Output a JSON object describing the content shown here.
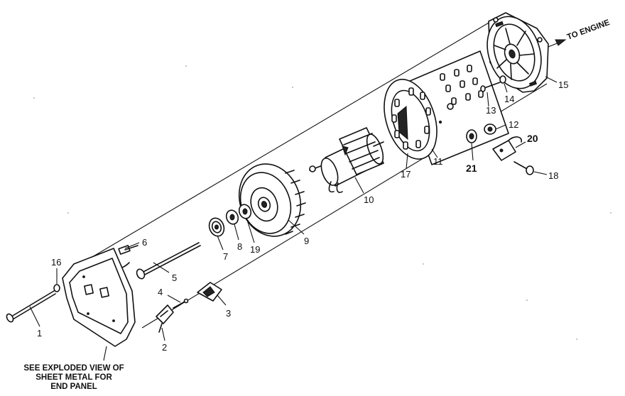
{
  "callouts": {
    "c1": "1",
    "c2": "2",
    "c3": "3",
    "c4": "4",
    "c5": "5",
    "c6": "6",
    "c7": "7",
    "c8": "8",
    "c9": "9",
    "c10": "10",
    "c11": "11",
    "c12": "12",
    "c13": "13",
    "c14": "14",
    "c15": "15",
    "c16": "16",
    "c17": "17",
    "c18": "18",
    "c19": "19",
    "c20": "20",
    "c21": "21"
  },
  "notes": {
    "to_engine": "TO ENGINE",
    "end_panel": [
      "SEE EXPLODED VIEW OF",
      "SHEET METAL FOR",
      "END PANEL"
    ]
  }
}
